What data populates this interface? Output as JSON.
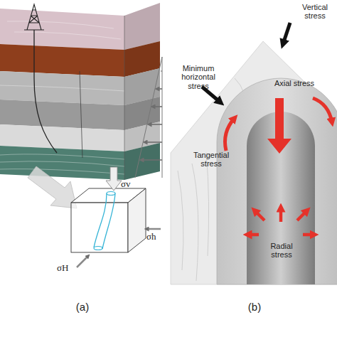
{
  "diagram": {
    "labels": [
      "Vertical stress",
      "Minimum horizontal stress",
      "Axial stress",
      "σv",
      "Tangential stress",
      "σh",
      "Radial stress",
      "σH",
      "(a)",
      "(b)"
    ]
  }
}
